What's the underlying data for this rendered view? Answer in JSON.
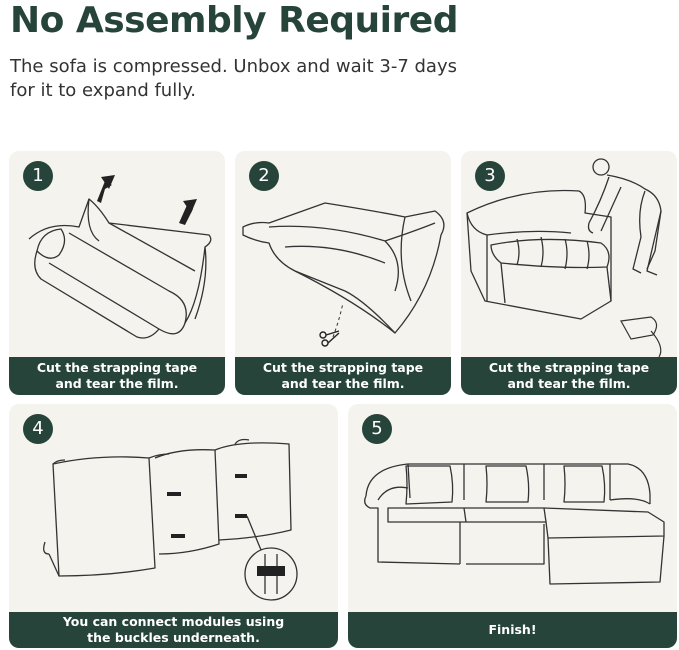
{
  "header": {
    "title": "No Assembly Required",
    "subtitle": "The sofa is compressed. Unbox and wait 3-7 days for it to expand fully."
  },
  "steps": [
    {
      "number": "1",
      "caption_line1": "Cut the strapping tape",
      "caption_line2": "and tear the film."
    },
    {
      "number": "2",
      "caption_line1": "Cut the strapping tape",
      "caption_line2": "and tear the film."
    },
    {
      "number": "3",
      "caption_line1": "Cut the strapping tape",
      "caption_line2": "and tear the film."
    },
    {
      "number": "4",
      "caption_line1": "You can connect modules using",
      "caption_line2": "the buckles underneath."
    },
    {
      "number": "5",
      "caption_line1": "Finish!",
      "caption_line2": ""
    }
  ],
  "colors": {
    "accent": "#27443a",
    "card_bg": "#f4f3ee"
  }
}
